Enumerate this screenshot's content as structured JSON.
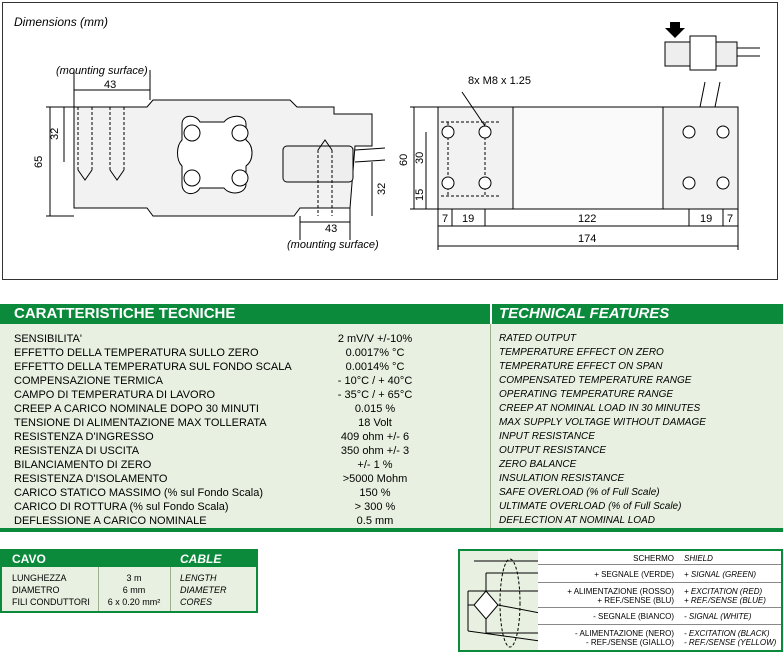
{
  "drawing": {
    "title": "Dimensions (mm)",
    "mount_top": "(mounting surface)",
    "mount_bottom": "(mounting surface)",
    "thread": "8x M8 x 1.25",
    "side_dims": {
      "w43_top": "43",
      "h32_left": "32",
      "h65": "65",
      "h32_right": "32",
      "w43_bottom": "43"
    },
    "top_dims": {
      "h60": "60",
      "h30": "30",
      "h15": "15",
      "d7a": "7",
      "d19a": "19",
      "d122": "122",
      "d19b": "19",
      "d7b": "7",
      "d174": "174"
    }
  },
  "specs": {
    "header_it": "CARATTERISTICHE TECNICHE",
    "header_en": "TECHNICAL FEATURES",
    "rows": [
      {
        "it": "SENSIBILITA'",
        "val": "2 mV/V  +/-10%",
        "en": "RATED OUTPUT"
      },
      {
        "it": "EFFETTO DELLA TEMPERATURA SULLO ZERO",
        "val": "0.0017% °C",
        "en": "TEMPERATURE EFFECT ON ZERO"
      },
      {
        "it": "EFFETTO DELLA TEMPERATURA SUL FONDO SCALA",
        "val": "0.0014% °C",
        "en": "TEMPERATURE EFFECT ON SPAN"
      },
      {
        "it": "COMPENSAZIONE TERMICA",
        "val": "- 10°C / + 40°C",
        "en": "COMPENSATED TEMPERATURE RANGE"
      },
      {
        "it": "CAMPO DI TEMPERATURA DI LAVORO",
        "val": "- 35°C / + 65°C",
        "en": "OPERATING TEMPERATURE RANGE"
      },
      {
        "it": "CREEP A CARICO NOMINALE DOPO 30 MINUTI",
        "val": "0.015 %",
        "en": "CREEP AT NOMINAL LOAD IN 30 MINUTES"
      },
      {
        "it": "TENSIONE DI ALIMENTAZIONE MAX TOLLERATA",
        "val": "18 Volt",
        "en": "MAX SUPPLY VOLTAGE WITHOUT DAMAGE"
      },
      {
        "it": "RESISTENZA D'INGRESSO",
        "val": "409 ohm +/- 6",
        "en": "INPUT RESISTANCE"
      },
      {
        "it": "RESISTENZA DI USCITA",
        "val": "350 ohm  +/- 3",
        "en": "OUTPUT RESISTANCE"
      },
      {
        "it": "BILANCIAMENTO DI ZERO",
        "val": "+/- 1 %",
        "en": "ZERO BALANCE"
      },
      {
        "it": "RESISTENZA D'ISOLAMENTO",
        "val": ">5000 Mohm",
        "en": "INSULATION RESISTANCE"
      },
      {
        "it": "CARICO STATICO MASSIMO  (% sul Fondo Scala)",
        "val": "150 %",
        "en": "SAFE OVERLOAD (% of Full Scale)"
      },
      {
        "it": "CARICO DI ROTTURA (% sul Fondo Scala)",
        "val": "> 300 %",
        "en": "ULTIMATE OVERLOAD (% of Full Scale)"
      },
      {
        "it": "DEFLESSIONE A CARICO NOMINALE",
        "val": "0.5 mm",
        "en": "DEFLECTION AT NOMINAL LOAD"
      }
    ]
  },
  "cable": {
    "header_it": "CAVO",
    "header_en": "CABLE",
    "rows": [
      {
        "it": "LUNGHEZZA",
        "val": "3 m",
        "en": "LENGTH"
      },
      {
        "it": "DIAMETRO",
        "val": "6 mm",
        "en": "DIAMETER"
      },
      {
        "it": "FILI CONDUTTORI",
        "val": "6 x 0.20 mm²",
        "en": "CORES"
      }
    ]
  },
  "wiring": {
    "rows": [
      {
        "it": [
          "SCHERMO"
        ],
        "en": [
          "SHIELD"
        ]
      },
      {
        "it": [
          "+ SEGNALE (VERDE)"
        ],
        "en": [
          "+ SIGNAL (GREEN)"
        ]
      },
      {
        "it": [
          "+ ALIMENTAZIONE (ROSSO)",
          "+ REF./SENSE (BLU)"
        ],
        "en": [
          "+ EXCITATION (RED)",
          "+ REF./SENSE (BLUE)"
        ]
      },
      {
        "it": [
          "- SEGNALE (BIANCO)"
        ],
        "en": [
          "- SIGNAL (WHITE)"
        ]
      },
      {
        "it": [
          "- ALIMENTAZIONE (NERO)",
          "- REF./SENSE (GIALLO)"
        ],
        "en": [
          "- EXCITATION (BLACK)",
          "- REF./SENSE (YELLOW)"
        ]
      }
    ]
  },
  "colors": {
    "accent": "#0b8a3c",
    "panel": "#e8f1e1"
  }
}
